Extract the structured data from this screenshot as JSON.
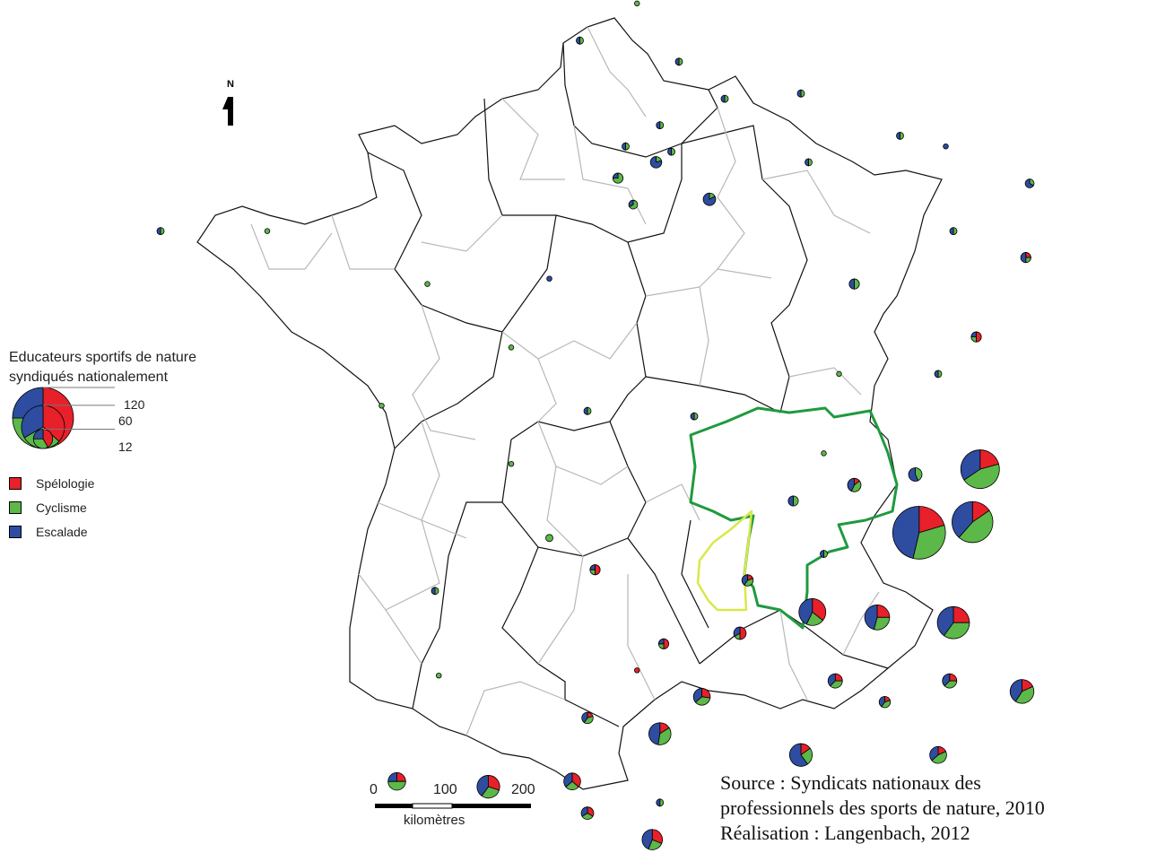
{
  "legend": {
    "title_line1": "Educateurs sportifs de nature",
    "title_line2": "syndiqués nationalement",
    "size_values": [
      "120",
      "60",
      "12"
    ],
    "categories": [
      {
        "label": "Spélologie",
        "color": "#e8202a"
      },
      {
        "label": "Cyclisme",
        "color": "#5cb848"
      },
      {
        "label": "Escalade",
        "color": "#2e4da0"
      }
    ]
  },
  "north_arrow": {
    "label": "N"
  },
  "scale_bar": {
    "ticks": [
      "0",
      "100",
      "200"
    ],
    "unit": "kilomètres"
  },
  "source": {
    "line1": "Source : Syndicats nationaux des",
    "line2": "professionnels des sports de nature, 2010",
    "line3": "Réalisation : Langenbach, 2012"
  },
  "colors": {
    "region_border": "#111111",
    "department_border": "#b8b8b8",
    "highlight_green": "#1f9a3e",
    "highlight_yellow": "#d9e84a"
  },
  "map_data": {
    "max_value": 120,
    "departments": [
      {
        "lon": 2.85,
        "lat": 50.7,
        "values": [
          0,
          1,
          1
        ]
      },
      {
        "lon": 2.15,
        "lat": 50.45,
        "values": [
          0,
          1,
          0
        ]
      },
      {
        "lon": 1.4,
        "lat": 50.1,
        "values": [
          0,
          1,
          1
        ]
      },
      {
        "lon": 2.7,
        "lat": 49.9,
        "values": [
          0,
          1,
          1
        ]
      },
      {
        "lon": 3.3,
        "lat": 49.55,
        "values": [
          0,
          1,
          1
        ]
      },
      {
        "lon": 2.45,
        "lat": 49.3,
        "values": [
          0,
          1,
          1
        ]
      },
      {
        "lon": 2.0,
        "lat": 49.1,
        "values": [
          0,
          1,
          1
        ]
      },
      {
        "lon": 2.6,
        "lat": 49.05,
        "values": [
          0,
          1,
          1
        ]
      },
      {
        "lon": 1.9,
        "lat": 48.8,
        "values": [
          0,
          3,
          1
        ]
      },
      {
        "lon": 2.4,
        "lat": 48.95,
        "values": [
          0,
          1,
          4
        ]
      },
      {
        "lon": 2.1,
        "lat": 48.55,
        "values": [
          0,
          2,
          1
        ]
      },
      {
        "lon": 3.1,
        "lat": 48.6,
        "values": [
          0,
          1,
          5
        ]
      },
      {
        "lon": 4.3,
        "lat": 49.6,
        "values": [
          0,
          1,
          1
        ]
      },
      {
        "lon": 4.4,
        "lat": 48.95,
        "values": [
          0,
          1,
          1
        ]
      },
      {
        "lon": 5.6,
        "lat": 49.2,
        "values": [
          0,
          1,
          1
        ]
      },
      {
        "lon": 6.2,
        "lat": 49.1,
        "values": [
          0,
          0,
          1
        ]
      },
      {
        "lon": 7.3,
        "lat": 48.75,
        "values": [
          0,
          1,
          2
        ]
      },
      {
        "lon": 6.3,
        "lat": 48.3,
        "values": [
          0,
          1,
          1
        ]
      },
      {
        "lon": 7.25,
        "lat": 48.05,
        "values": [
          1,
          1,
          2
        ]
      },
      {
        "lon": -4.1,
        "lat": 48.3,
        "values": [
          0,
          1,
          1
        ]
      },
      {
        "lon": -2.7,
        "lat": 48.3,
        "values": [
          0,
          1,
          0
        ]
      },
      {
        "lon": -0.6,
        "lat": 47.8,
        "values": [
          0,
          1,
          0
        ]
      },
      {
        "lon": 1.0,
        "lat": 47.85,
        "values": [
          0,
          0,
          1
        ]
      },
      {
        "lon": 0.5,
        "lat": 47.2,
        "values": [
          0,
          1,
          0
        ]
      },
      {
        "lon": 5.0,
        "lat": 47.8,
        "values": [
          0,
          2,
          2
        ]
      },
      {
        "lon": 6.6,
        "lat": 47.3,
        "values": [
          2,
          1,
          1
        ]
      },
      {
        "lon": 6.1,
        "lat": 46.95,
        "values": [
          0,
          1,
          1
        ]
      },
      {
        "lon": 4.8,
        "lat": 46.95,
        "values": [
          0,
          1,
          0
        ]
      },
      {
        "lon": 2.9,
        "lat": 46.55,
        "values": [
          0,
          1,
          1
        ]
      },
      {
        "lon": 1.5,
        "lat": 46.6,
        "values": [
          0,
          1,
          1
        ]
      },
      {
        "lon": -1.2,
        "lat": 46.65,
        "values": [
          0,
          1,
          0
        ]
      },
      {
        "lon": 0.5,
        "lat": 46.1,
        "values": [
          0,
          1,
          0
        ]
      },
      {
        "lon": 4.6,
        "lat": 46.2,
        "values": [
          0,
          1,
          0
        ]
      },
      {
        "lon": 4.2,
        "lat": 45.75,
        "values": [
          0,
          2,
          2
        ]
      },
      {
        "lon": 5.0,
        "lat": 45.9,
        "values": [
          1,
          3,
          3
        ]
      },
      {
        "lon": 5.8,
        "lat": 46.0,
        "values": [
          0,
          3,
          4
        ]
      },
      {
        "lon": 6.65,
        "lat": 46.05,
        "values": [
          12,
          26,
          20
        ]
      },
      {
        "lon": 5.85,
        "lat": 45.45,
        "values": [
          22,
          36,
          50
        ]
      },
      {
        "lon": 6.55,
        "lat": 45.55,
        "values": [
          10,
          30,
          25
        ]
      },
      {
        "lon": 4.6,
        "lat": 45.25,
        "values": [
          0,
          1,
          1
        ]
      },
      {
        "lon": 3.6,
        "lat": 45.0,
        "values": [
          1,
          2,
          2
        ]
      },
      {
        "lon": 1.0,
        "lat": 45.4,
        "values": [
          0,
          2,
          0
        ]
      },
      {
        "lon": 1.6,
        "lat": 45.1,
        "values": [
          2,
          1,
          1
        ]
      },
      {
        "lon": -0.5,
        "lat": 44.9,
        "values": [
          0,
          1,
          1
        ]
      },
      {
        "lon": 4.45,
        "lat": 44.7,
        "values": [
          10,
          6,
          12
        ]
      },
      {
        "lon": 5.3,
        "lat": 44.65,
        "values": [
          6,
          7,
          11
        ]
      },
      {
        "lon": 6.3,
        "lat": 44.6,
        "values": [
          10,
          14,
          16
        ]
      },
      {
        "lon": 2.5,
        "lat": 44.4,
        "values": [
          2,
          1,
          1
        ]
      },
      {
        "lon": 3.5,
        "lat": 44.5,
        "values": [
          3,
          1,
          2
        ]
      },
      {
        "lon": 2.15,
        "lat": 44.15,
        "values": [
          1,
          0,
          0
        ]
      },
      {
        "lon": -0.45,
        "lat": 44.1,
        "values": [
          0,
          1,
          0
        ]
      },
      {
        "lon": 3.0,
        "lat": 43.9,
        "values": [
          3,
          4,
          4
        ]
      },
      {
        "lon": 6.25,
        "lat": 44.05,
        "values": [
          2,
          3,
          3
        ]
      },
      {
        "lon": 7.2,
        "lat": 43.95,
        "values": [
          4,
          9,
          9
        ]
      },
      {
        "lon": 4.75,
        "lat": 44.05,
        "values": [
          2,
          3,
          3
        ]
      },
      {
        "lon": 5.4,
        "lat": 43.85,
        "values": [
          1,
          2,
          2
        ]
      },
      {
        "lon": 1.5,
        "lat": 43.7,
        "values": [
          1,
          2,
          2
        ]
      },
      {
        "lon": 2.45,
        "lat": 43.55,
        "values": [
          3,
          7,
          9
        ]
      },
      {
        "lon": 4.3,
        "lat": 43.35,
        "values": [
          3,
          5,
          12
        ]
      },
      {
        "lon": 6.1,
        "lat": 43.35,
        "values": [
          2,
          5,
          4
        ]
      },
      {
        "lon": -1.0,
        "lat": 43.1,
        "values": [
          3,
          6,
          3
        ]
      },
      {
        "lon": 0.2,
        "lat": 43.05,
        "values": [
          6,
          6,
          8
        ]
      },
      {
        "lon": 1.3,
        "lat": 43.1,
        "values": [
          4,
          3,
          4
        ]
      },
      {
        "lon": 1.5,
        "lat": 42.8,
        "values": [
          2,
          2,
          2
        ]
      },
      {
        "lon": 2.45,
        "lat": 42.9,
        "values": [
          0,
          1,
          1
        ]
      },
      {
        "lon": 2.35,
        "lat": 42.55,
        "values": [
          5,
          4,
          7
        ]
      }
    ]
  }
}
